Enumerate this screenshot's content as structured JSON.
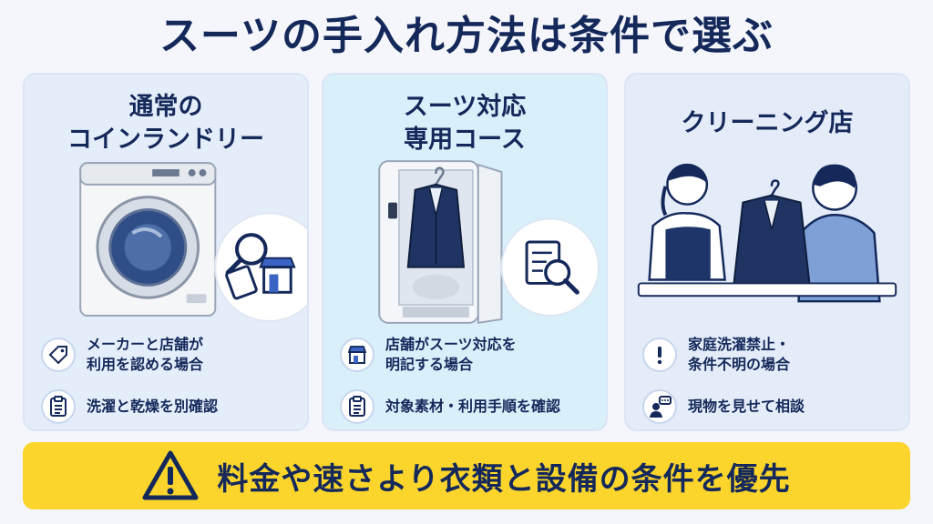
{
  "page": {
    "title": "スーツの手入れ方法は条件で選ぶ"
  },
  "cards": [
    {
      "title_lines": [
        "通常の",
        "コインランドリー"
      ],
      "features": [
        {
          "icon": "tag-icon",
          "lines": [
            "メーカーと店舗が",
            "利用を認める場合"
          ]
        },
        {
          "icon": "clipboard-icon",
          "lines": [
            "洗濯と乾燥を別確認"
          ]
        }
      ]
    },
    {
      "title_lines": [
        "スーツ対応",
        "専用コース"
      ],
      "features": [
        {
          "icon": "store-icon",
          "lines": [
            "店舗がスーツ対応を",
            "明記する場合"
          ]
        },
        {
          "icon": "clipboard-icon",
          "lines": [
            "対象素材・利用手順を確認"
          ]
        }
      ]
    },
    {
      "title_lines": [
        "クリーニング店"
      ],
      "features": [
        {
          "icon": "exclamation-icon",
          "lines": [
            "家庭洗濯禁止・",
            "条件不明の場合"
          ]
        },
        {
          "icon": "consult-icon",
          "lines": [
            "現物を見せて相談"
          ]
        }
      ]
    }
  ],
  "banner": {
    "icon": "warning-icon",
    "text": "料金や速さより衣類と設備の条件を優先"
  },
  "colors": {
    "navy": "#14285a",
    "banner_yellow": "#fbd52b",
    "card1_bg": "#e4eefa",
    "card2_bg": "#d9f0fb",
    "card3_bg": "#e3ecf8"
  }
}
